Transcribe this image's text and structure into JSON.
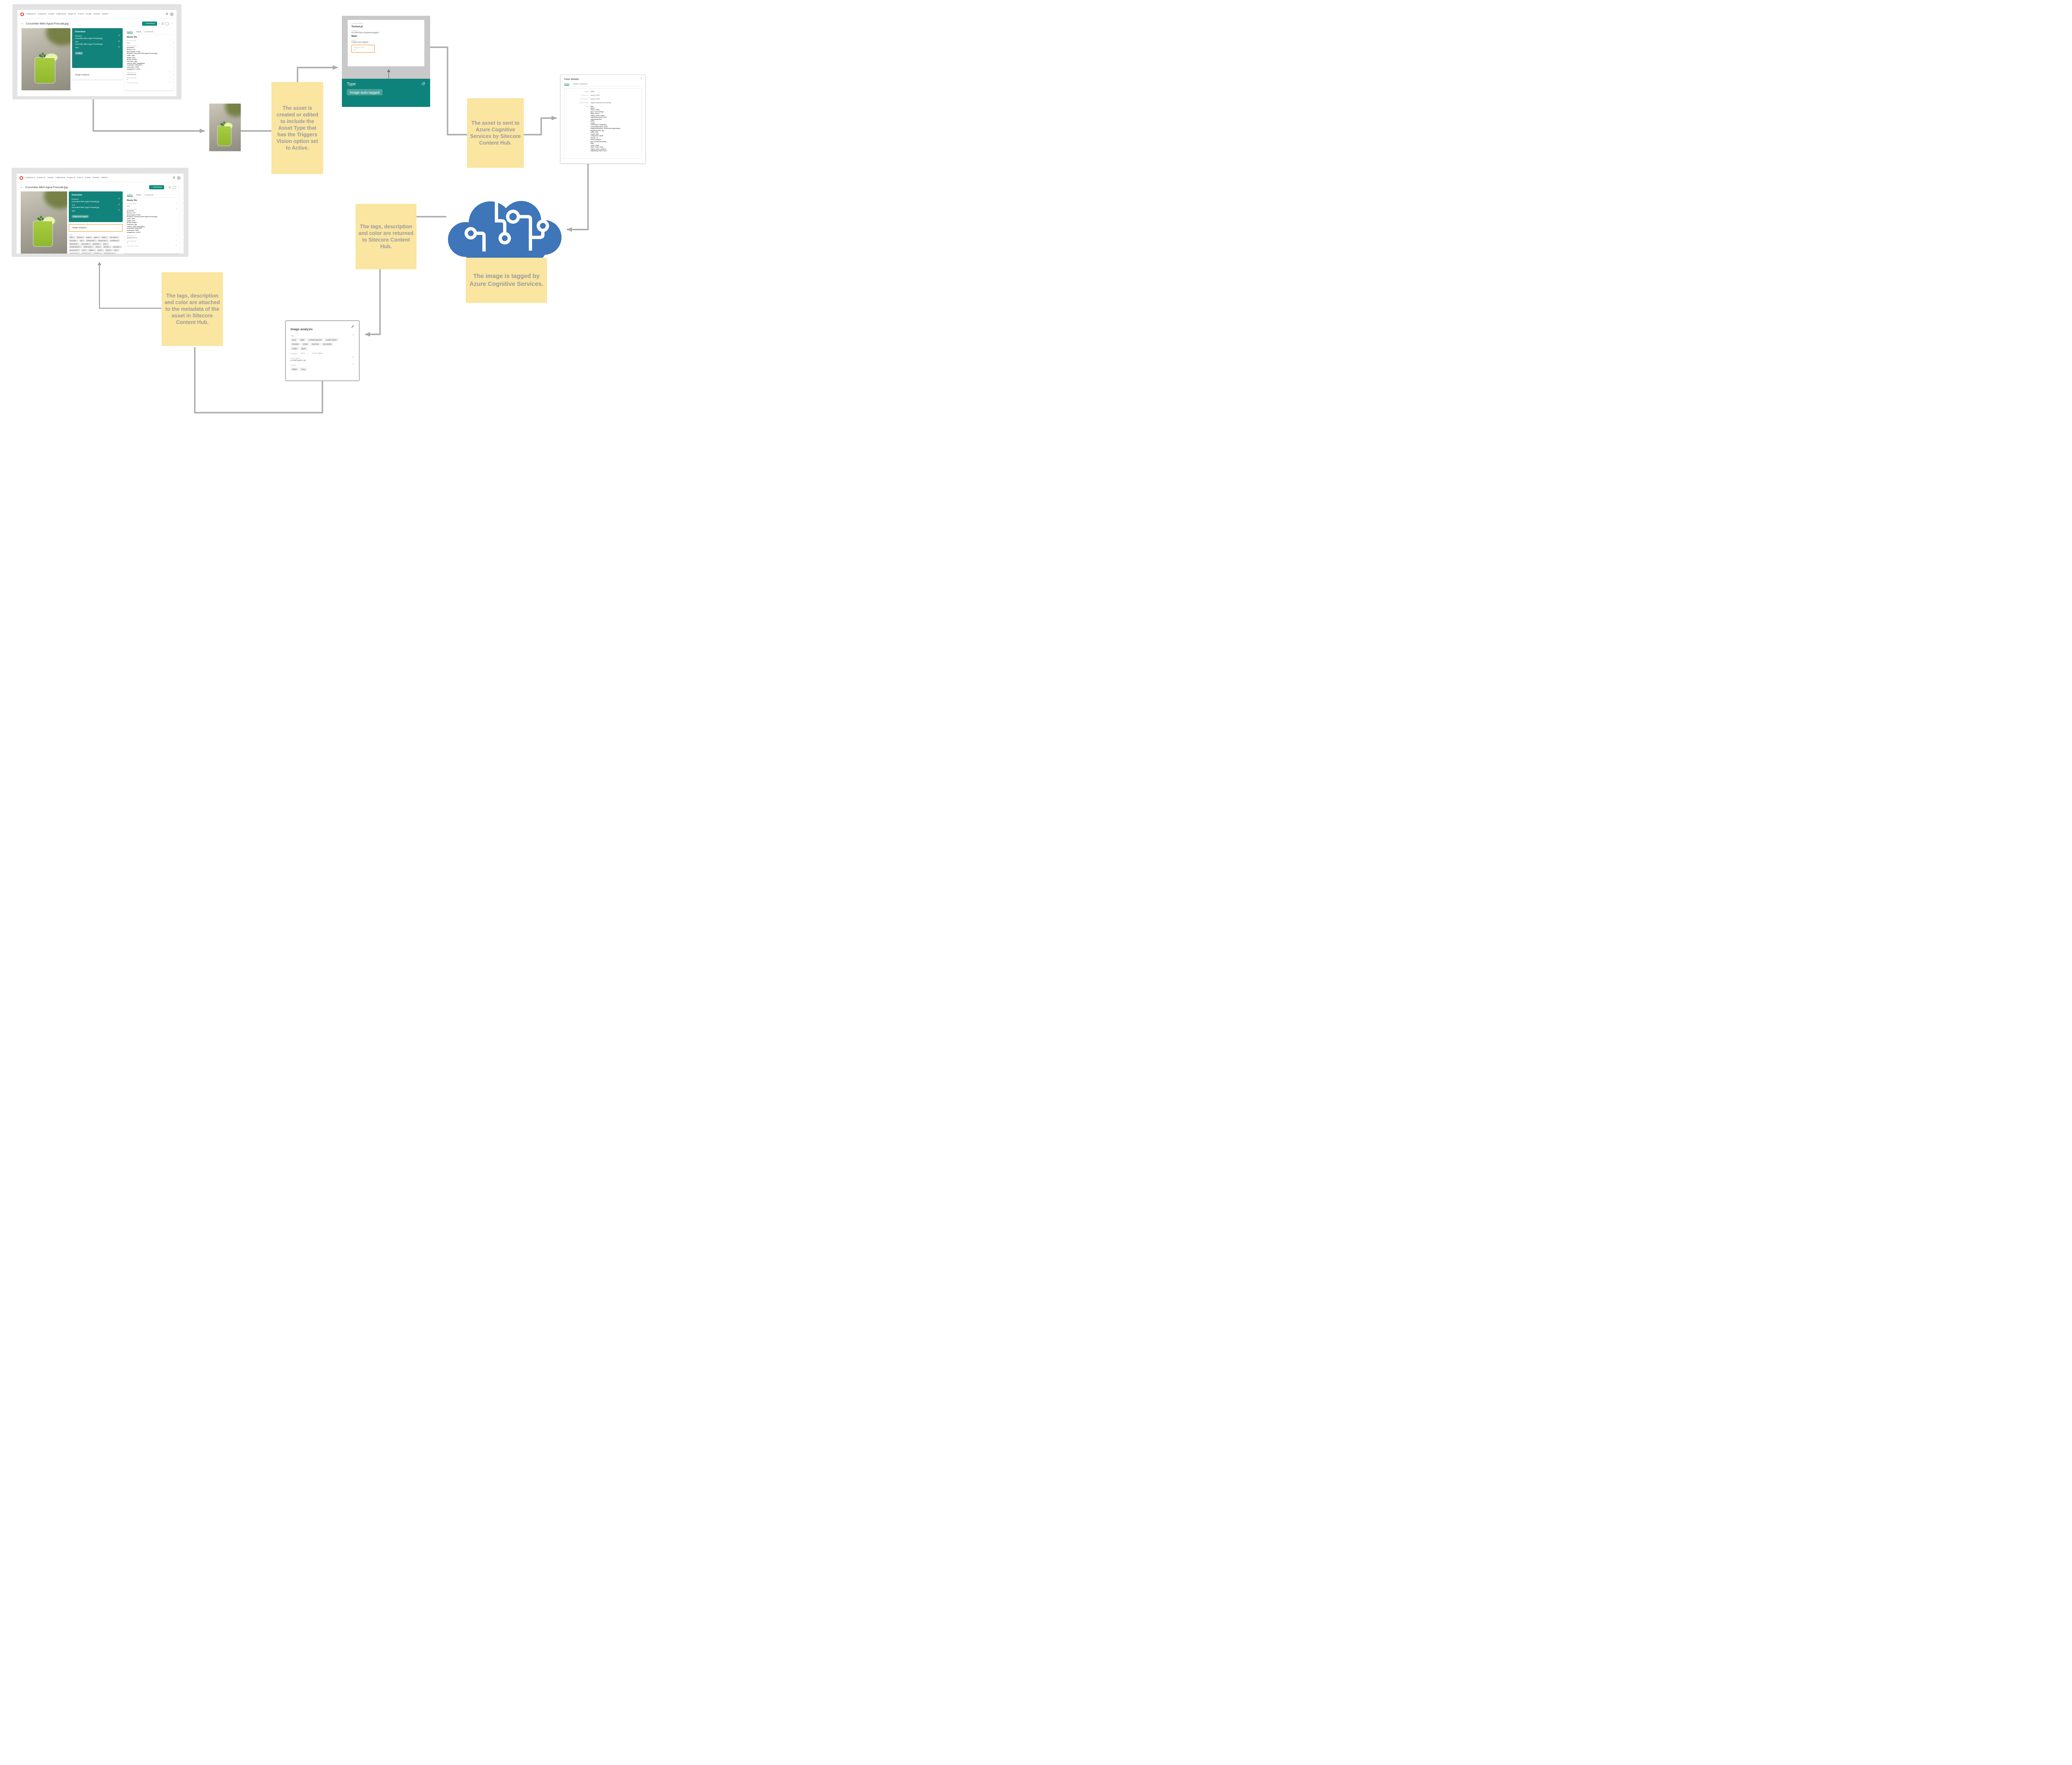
{
  "colors": {
    "teal": "#12837B",
    "teal_button": "#0E8A7D",
    "note_yellow": "#FAE5A1",
    "note_text": "#9B9B9B",
    "arrow_gray": "#ABABAB",
    "azure_blue": "#3E76B9",
    "highlight_orange": "#F68C1F",
    "check_green": "#3DA33D",
    "logo_red": "#E23D2E"
  },
  "icons": {
    "back": "←",
    "dropdown": "▾",
    "download": "↓",
    "upload": "↑",
    "more": "⋯",
    "gear": "⚙",
    "history": "↺",
    "close": "×",
    "check": "✓",
    "remove": "×",
    "caret_up": "▴",
    "caret_down": "▾",
    "chevron_right": "›"
  },
  "browser": {
    "nav_items": [
      "Products ▾",
      "Content ▾",
      "Assets",
      "Collections",
      "Project ▾",
      "Print ▾",
      "Create",
      "Review",
      "DRM ▾"
    ],
    "asset_title": "Cucumber-Mint-Agua-Fresca6.jpg",
    "download_label": "Download"
  },
  "overview_card": {
    "title": "Overview",
    "filename_label": "Filename",
    "filename": "Cucumber-Mint-Agua-Fresca6.jpg",
    "title_label": "Title",
    "title_value": "Cucumber-Mint-Agua-Fresca6.jpg",
    "type_label": "Type",
    "type_value_before": "Fruitful",
    "type_value_after": "Image-auto-tagged",
    "image_analysis_label": "Image analysis",
    "tags_label": "Tags"
  },
  "details_panel": {
    "tabs": [
      "System",
      "Rights",
      "Comments"
    ],
    "master_file": "Master file",
    "filesize_label": "Filesize (MB)",
    "filesize": "0.07",
    "file_properties_label": "File properties",
    "file_properties": [
      "properties:",
      "filesize: 0.07",
      "filesizebytes: 67192",
      "filename: Cucumber-Mint-Agua-Fresca6.jpg",
      "width: 1500",
      "height: 2247",
      "group: Images",
      "extension: jpg",
      "content_type: image/jpeg",
      "resolution: 1500x2247",
      "colorspace: RGB",
      "megapixels: 3.3705"
    ],
    "approved_by_label": "Approved by",
    "approved_by_before": "Administrator",
    "approved_by_after": "@sitecore.net",
    "has_duplicate_label": "Has duplicate",
    "virus_scan_label": "Virus scan result"
  },
  "auto_tags": [
    "table",
    "limeade",
    "mojito",
    "glass",
    "indoor",
    "tom collins",
    "mint julep",
    "fruit",
    "persian lime",
    "bloody mary",
    "screwdriver",
    "watermelon",
    "rum swizzle",
    "milkshake",
    "juice",
    "cocktail garnish",
    "health shake",
    "shrub",
    "key lime",
    "lemonade",
    "gin and tonic",
    "food",
    "daiquiri",
    "punch",
    "mai tai",
    "mint",
    "orange drink",
    "martini glass",
    "soft drink",
    "vegetable juice",
    "drinking straw",
    "lime",
    "rickey"
  ],
  "type_panel": {
    "descendants": "0 Descendants",
    "technical_heading": "Technical",
    "identifier_label": "Identifier",
    "identifier": "M.AssetType.Imageautotagged",
    "main_heading": "Main",
    "label_label": "Label",
    "label_value": "Image-auto-tagged",
    "triggers_vision_label": "Triggers Vision",
    "footer_title": "Type",
    "footer_badge": "Image-auto-tagged"
  },
  "view_details": {
    "title": "View details",
    "tabs": [
      "Details",
      "System properties"
    ],
    "rows": [
      {
        "label": "Target",
        "value": "29097"
      },
      {
        "label": "Started on",
        "value": "Aug 18, 2020"
      },
      {
        "label": "Date finished",
        "value": "Aug 18, 2020"
      },
      {
        "label": "Status details",
        "value": "Target completed successfully."
      }
    ],
    "data_label": "Data",
    "data_lines": [
      "flow:",
      "tasks:",
      "vision_ready:",
      "type: ConvertImage",
      "input: source",
      "output: vision_ready",
      "outputfileprovider: local",
      "outputproperties:",
      "width",
      "height",
      "contenttype: image/jpeg",
      "contentdisposition: inline",
      "imageresizeoption: OnlyShrinkLargerImages",
      "targetextension: jpg",
      "width: 2000",
      "height: 2000",
      "colorprofile: sRGB",
      "density: 72",
      "vision_analysis:",
      "type: ExtractVisionData",
      "deps:",
      "vision_ready",
      "input: vision_ready",
      "output: vision_analysis",
      "outputfileprovider: local"
    ]
  },
  "analysis_panel": {
    "title": "Image analysis",
    "tags_label": "Tags",
    "tags": [
      "juice",
      "table",
      "cocktail garnish",
      "health shake",
      "limeade",
      "shrub",
      "key lime",
      "lemonade",
      "mojito",
      "glass"
    ],
    "items_count": "77 items",
    "page": "1/8",
    "per_page": "10 per page",
    "description_label": "Description",
    "description": "a small glass cup",
    "colors_label": "Colors",
    "colors": [
      "White",
      "Grey"
    ]
  },
  "notes": {
    "note1": "The asset is created or edited to include the Asset Type that has the Triggers Vision option set to Active.",
    "note2": "The asset is sent to Azure Cognitive Services by Sitecore Content Hub.",
    "note3": "The tags, description and color are returned to Sitecore Content Hub.",
    "note4": "The tags, description and color are attached to the metadata of the asset in Sitecore Content Hub.",
    "note5": "The image is tagged by Azure Cognitive Services."
  }
}
